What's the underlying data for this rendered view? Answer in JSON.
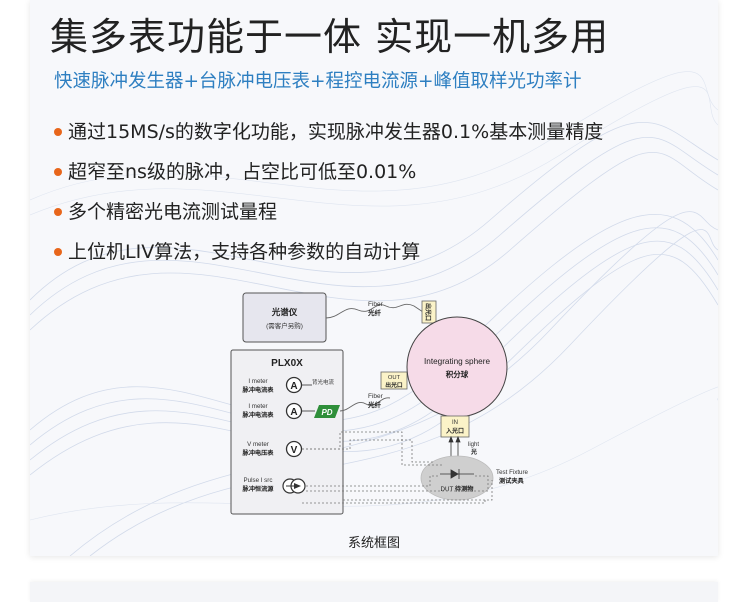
{
  "headline": "集多表功能于一体 实现一机多用",
  "subheadline": "快速脉冲发生器+台脉冲电压表+程控电流源+峰值取样光功率计",
  "bullets": [
    "通过15MS/s的数字化功能，实现脉冲发生器0.1%基本测量精度",
    "超窄至ns级的脉冲，占空比可低至0.01%",
    "多个精密光电流测试量程",
    "上位机LIV算法，支持各种参数的自动计算"
  ],
  "colors": {
    "accent": "#2e7fc1",
    "bullet": "#e8661b",
    "pd": "#2f8f3a",
    "sphere": "#f6dbe8",
    "port": "#fbf3c8"
  },
  "diagram": {
    "spectrometer": {
      "title": "光谱仪",
      "note": "(需客户另购)"
    },
    "instrument": {
      "title": "PLX0X",
      "rows": [
        {
          "label_en": "I meter",
          "label_cn": "脉冲电流表",
          "symbol": "A",
          "icon": "ammeter-icon"
        },
        {
          "label_en": "I meter",
          "label_cn": "脉冲电流表",
          "symbol": "A",
          "icon": "ammeter-icon"
        },
        {
          "label_en": "V meter",
          "label_cn": "脉冲电压表",
          "symbol": "V",
          "icon": "voltmeter-icon"
        },
        {
          "label_en": "Pulse I src",
          "label_cn": "脉冲恒流源",
          "symbol": "",
          "icon": "current-source-icon"
        }
      ]
    },
    "backlight_label": "背光电流",
    "pd_label": "PD",
    "fiber_top": {
      "en": "Fiber",
      "cn": "光纤"
    },
    "fiber_mid": {
      "en": "Fiber",
      "cn": "光纤"
    },
    "port_top": "出光口",
    "port_out": {
      "en": "OUT",
      "cn": "出光口"
    },
    "sphere": {
      "en": "Integrating sphere",
      "cn": "积分球"
    },
    "port_in": {
      "en": "IN",
      "cn": "入光口"
    },
    "light": {
      "en": "light",
      "cn": "光"
    },
    "fixture": {
      "en": "Test Fixture",
      "cn": "测试夹具"
    },
    "dut": {
      "en": "DUT",
      "cn": "待测物"
    }
  },
  "caption": "系统框图"
}
